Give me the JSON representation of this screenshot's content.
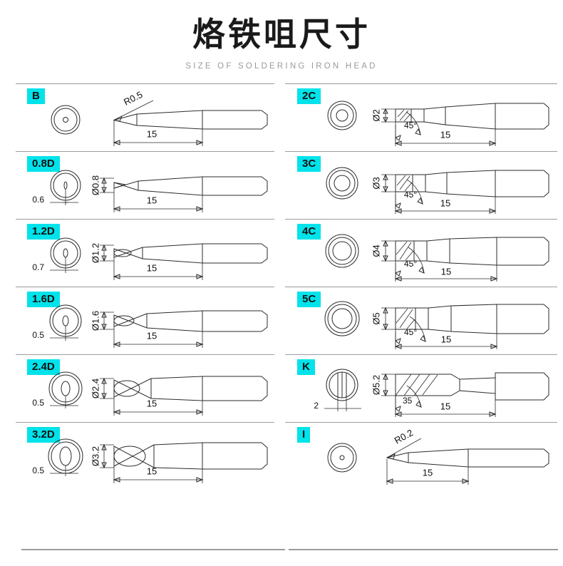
{
  "header": {
    "title": "烙铁咀尺寸",
    "subtitle": "SIZE OF SOLDERING IRON HEAD"
  },
  "colors": {
    "label_chip_bg": "#00e3ea",
    "line": "#2b2b2b",
    "rule": "#9c9c9c",
    "title_text": "#1a1a1a",
    "subtitle_text": "#9a9a9a"
  },
  "chart_data": {
    "type": "table",
    "title": "烙铁咀尺寸 / SIZE OF SOLDERING IRON HEAD",
    "columns": [
      "model",
      "tip_diameter",
      "tip_width",
      "bevel_angle",
      "tip_radius",
      "length"
    ],
    "units": "mm",
    "rows": [
      {
        "model": "B",
        "tip_radius": "R0.5",
        "length": "15"
      },
      {
        "model": "0.8D",
        "tip_diameter": "Ø0.8",
        "tip_width": "0.6",
        "length": "15"
      },
      {
        "model": "1.2D",
        "tip_diameter": "Ø1.2",
        "tip_width": "0.7",
        "length": "15"
      },
      {
        "model": "1.6D",
        "tip_diameter": "Ø1.6",
        "tip_width": "0.5",
        "length": "15"
      },
      {
        "model": "2.4D",
        "tip_diameter": "Ø2.4",
        "tip_width": "0.5",
        "length": "15"
      },
      {
        "model": "3.2D",
        "tip_diameter": "Ø3.2",
        "tip_width": "0.5",
        "length": "15"
      },
      {
        "model": "2C",
        "tip_diameter": "Ø2",
        "bevel_angle": "45°",
        "length": "15"
      },
      {
        "model": "3C",
        "tip_diameter": "Ø3",
        "bevel_angle": "45°",
        "length": "15"
      },
      {
        "model": "4C",
        "tip_diameter": "Ø4",
        "bevel_angle": "45°",
        "length": "15"
      },
      {
        "model": "5C",
        "tip_diameter": "Ø5",
        "bevel_angle": "45°",
        "length": "15"
      },
      {
        "model": "K",
        "tip_diameter": "Ø5.2",
        "tip_width": "2",
        "bevel_angle": "35",
        "length": "15"
      },
      {
        "model": "I",
        "tip_radius": "R0.2",
        "length": "15"
      }
    ]
  },
  "left_column": [
    {
      "label": "B",
      "shape": "conical-round",
      "radius_label": "R0.5",
      "length_label": "15",
      "diameter_label": "",
      "width_label": ""
    },
    {
      "label": "0.8D",
      "shape": "chisel",
      "diameter_label": "Ø0.8",
      "width_label": "0.6",
      "length_label": "15",
      "radius_label": ""
    },
    {
      "label": "1.2D",
      "shape": "chisel",
      "diameter_label": "Ø1.2",
      "width_label": "0.7",
      "length_label": "15",
      "radius_label": ""
    },
    {
      "label": "1.6D",
      "shape": "chisel",
      "diameter_label": "Ø1.6",
      "width_label": "0.5",
      "length_label": "15",
      "radius_label": ""
    },
    {
      "label": "2.4D",
      "shape": "chisel",
      "diameter_label": "Ø2.4",
      "width_label": "0.5",
      "length_label": "15",
      "radius_label": ""
    },
    {
      "label": "3.2D",
      "shape": "chisel",
      "diameter_label": "Ø3.2",
      "width_label": "0.5",
      "length_label": "15",
      "radius_label": ""
    }
  ],
  "right_column": [
    {
      "label": "2C",
      "shape": "bevel",
      "diameter_label": "Ø2",
      "angle_label": "45°",
      "length_label": "15",
      "radius_label": "",
      "width_label": ""
    },
    {
      "label": "3C",
      "shape": "bevel",
      "diameter_label": "Ø3",
      "angle_label": "45°",
      "length_label": "15",
      "radius_label": "",
      "width_label": ""
    },
    {
      "label": "4C",
      "shape": "bevel",
      "diameter_label": "Ø4",
      "angle_label": "45°",
      "length_label": "15",
      "radius_label": "",
      "width_label": ""
    },
    {
      "label": "5C",
      "shape": "bevel",
      "diameter_label": "Ø5",
      "angle_label": "45°",
      "length_label": "15",
      "radius_label": "",
      "width_label": ""
    },
    {
      "label": "K",
      "shape": "knife",
      "diameter_label": "Ø5.2",
      "angle_label": "35",
      "width_label": "2",
      "length_label": "15",
      "radius_label": ""
    },
    {
      "label": "I",
      "shape": "conical-round",
      "radius_label": "R0.2",
      "length_label": "15",
      "diameter_label": "",
      "width_label": ""
    }
  ]
}
